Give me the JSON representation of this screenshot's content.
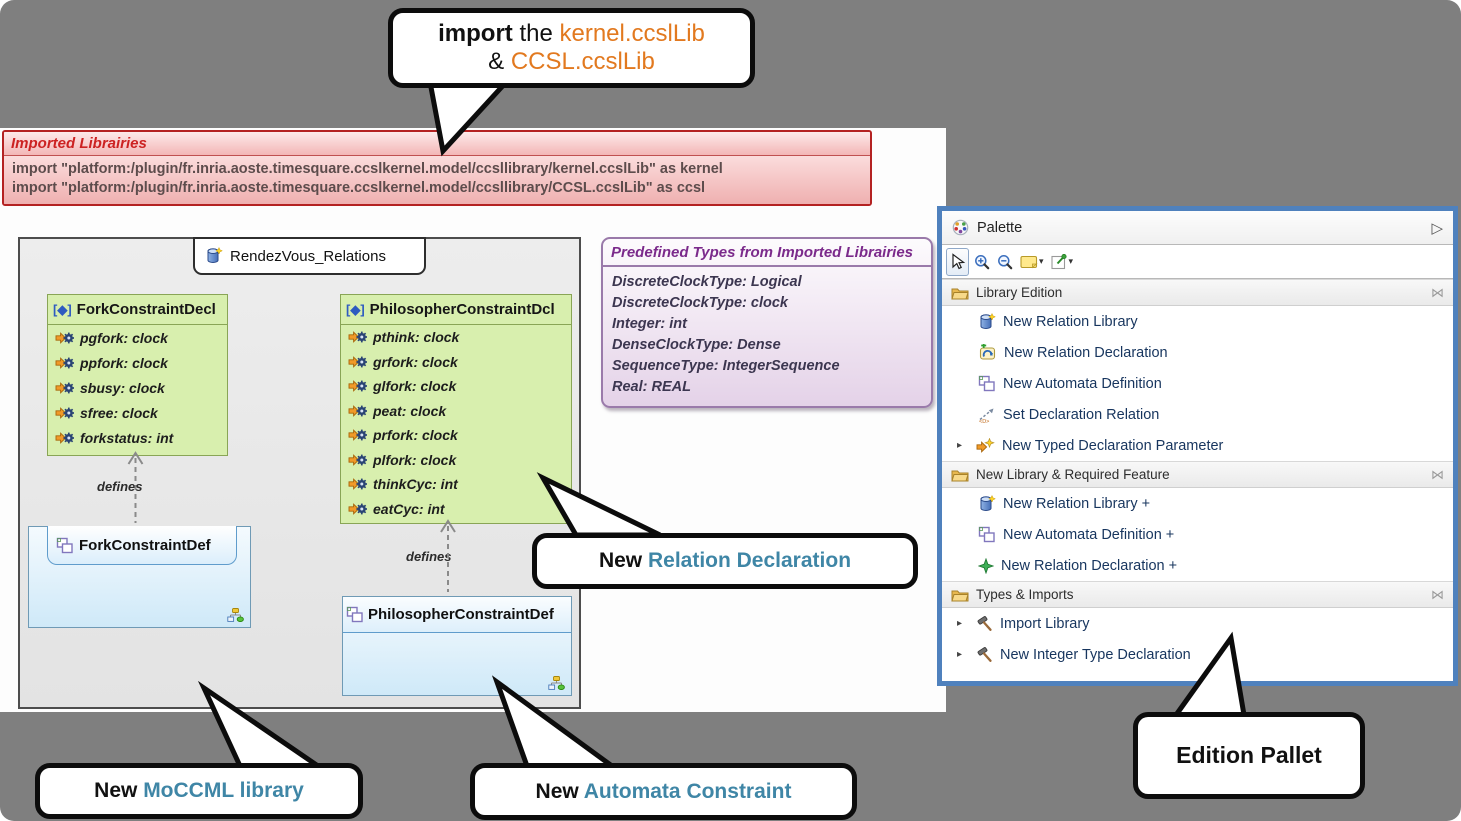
{
  "import_callout": {
    "line1_bold": "import",
    "line1_mid": " the ",
    "line1_orange": "kernel.ccslLib",
    "line2_black": "& ",
    "line2_orange": "CCSL.ccslLib"
  },
  "imports_panel": {
    "title": "Imported Librairies",
    "lines": [
      "import \"platform:/plugin/fr.inria.aoste.timesquare.ccslkernel.model/ccsllibrary/kernel.ccslLib\" as kernel",
      "import \"platform:/plugin/fr.inria.aoste.timesquare.ccslkernel.model/ccsllibrary/CCSL.ccslLib\" as ccsl"
    ]
  },
  "diagram": {
    "tab_label": "RendezVous_Relations",
    "defines_label": "defines",
    "fork_decl": {
      "stereotype": "[◆]",
      "name": "ForkConstraintDecl",
      "attributes": [
        "pgfork: clock",
        "ppfork: clock",
        "sbusy: clock",
        "sfree: clock",
        "forkstatus: int"
      ]
    },
    "phil_decl": {
      "stereotype": "[◆]",
      "name": "PhilosopherConstraintDcl",
      "attributes": [
        "pthink: clock",
        "grfork: clock",
        "glfork: clock",
        "peat: clock",
        "prfork: clock",
        "plfork: clock",
        "thinkCyc: int",
        "eatCyc: int"
      ]
    },
    "fork_def": {
      "name": "ForkConstraintDef"
    },
    "phil_def": {
      "name": "PhilosopherConstraintDef"
    }
  },
  "predefined_panel": {
    "title": "Predefined Types from Imported Librairies",
    "lines": [
      "DiscreteClockType: Logical",
      "DiscreteClockType: clock",
      "Integer: int",
      "DenseClockType: Dense",
      "SequenceType: IntegerSequence",
      "Real: REAL"
    ]
  },
  "palette": {
    "title": "Palette",
    "header_arrow": "▷",
    "expander": "▸",
    "pin_glyph": "⋈",
    "dropdown_glyph": "▾",
    "sections": [
      {
        "label": "Library Edition",
        "items": [
          {
            "label": "New Relation Library"
          },
          {
            "label": "New Relation Declaration"
          },
          {
            "label": "New Automata Definition"
          },
          {
            "label": "Set Declaration Relation"
          },
          {
            "label": "New Typed Declaration Parameter"
          }
        ]
      },
      {
        "label": "New Library & Required Feature",
        "items": [
          {
            "label": "New Relation Library +"
          },
          {
            "label": "New Automata Definition +"
          },
          {
            "label": "New Relation Declaration +"
          }
        ]
      },
      {
        "label": "Types & Imports",
        "items": [
          {
            "label": "Import Library"
          },
          {
            "label": "New Integer Type Declaration"
          }
        ]
      }
    ]
  },
  "callouts": {
    "relation": {
      "black": "New ",
      "accent": "Relation Declaration"
    },
    "moccml": {
      "black": "New ",
      "accent": "MoCCML library"
    },
    "automata": {
      "black": "New ",
      "accent": "Automata Constraint"
    },
    "pallet": {
      "label": "Edition Pallet"
    }
  },
  "colors": {
    "background": "#7f7f7f",
    "callout_accent": "#3f86a6",
    "callout_orange": "#e2791f",
    "palette_border": "#4f81bd",
    "decl_box_green": "#d8efae",
    "def_box_blue": "#cfe9f8",
    "imports_border_red": "#b42222",
    "imports_text": "#cc2222",
    "predefined_purple": "#7b2a8b"
  }
}
